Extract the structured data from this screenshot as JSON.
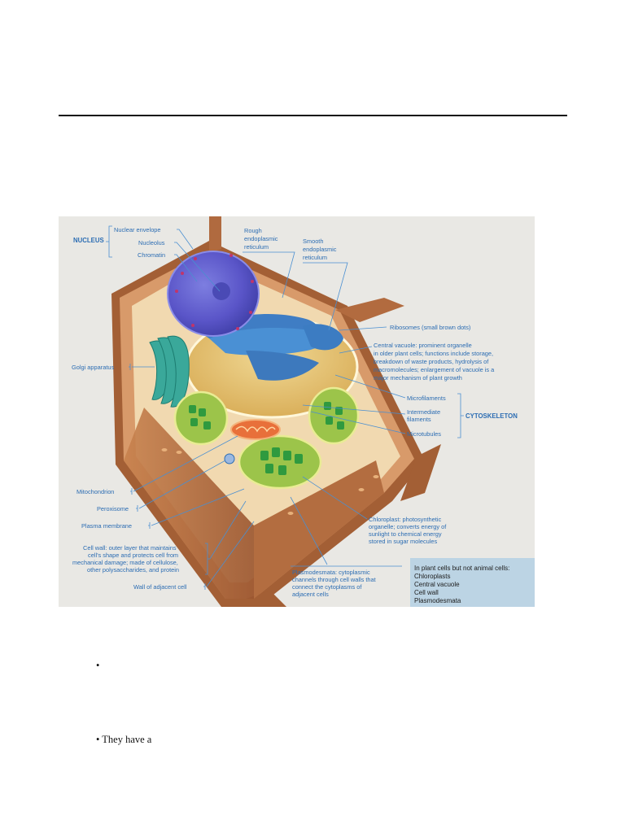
{
  "document": {
    "bullets": [
      "•",
      "• They have a"
    ]
  },
  "figure": {
    "labels": {
      "nucleus": "NUCLEUS",
      "nuclear_envelope": "Nuclear envelope",
      "nucleolus": "Nucleolus",
      "chromatin": "Chromatin",
      "rough_er": [
        "Rough",
        "endoplasmic",
        "reticulum"
      ],
      "smooth_er": [
        "Smooth",
        "endoplasmic",
        "reticulum"
      ],
      "ribosomes": "Ribosomes (small brown dots)",
      "central_vacuole": [
        "Central vacuole: prominent organelle",
        "in older plant cells; functions include storage,",
        "breakdown of waste products, hydrolysis of",
        "macromolecules; enlargement of vacuole is a",
        "major mechanism of plant growth"
      ],
      "golgi": "Golgi apparatus",
      "microfilaments": "Microfilaments",
      "intermediate_filaments": [
        "Intermediate",
        "filaments"
      ],
      "microtubules": "Microtubules",
      "cytoskeleton": "CYTOSKELETON",
      "mitochondrion": "Mitochondrion",
      "peroxisome": "Peroxisome",
      "plasma_membrane": "Plasma membrane",
      "cell_wall": [
        "Cell wall: outer layer that maintains",
        "cell's shape and protects cell from",
        "mechanical damage; made of cellulose,",
        "other polysaccharides, and protein"
      ],
      "wall_adjacent": "Wall of adjacent cell",
      "chloroplast": [
        "Chloroplast: photosynthetic",
        "organelle; converts energy of",
        "sunlight to chemical energy",
        "stored in sugar molecules"
      ],
      "plasmodesmata": [
        "Plasmodesmata: cytoplasmic",
        "channels through cell walls that",
        "connect the cytoplasms of",
        "adjacent cells"
      ]
    },
    "legend": {
      "heading": "In plant cells but not animal cells:",
      "items": [
        "Chloroplasts",
        "Central vacuole",
        "Cell wall",
        "Plasmodesmata"
      ]
    },
    "colors": {
      "label_blue": "#2c6db3",
      "cell_wall": "#b86a3c",
      "legend_box": "#bcd4e4"
    }
  }
}
